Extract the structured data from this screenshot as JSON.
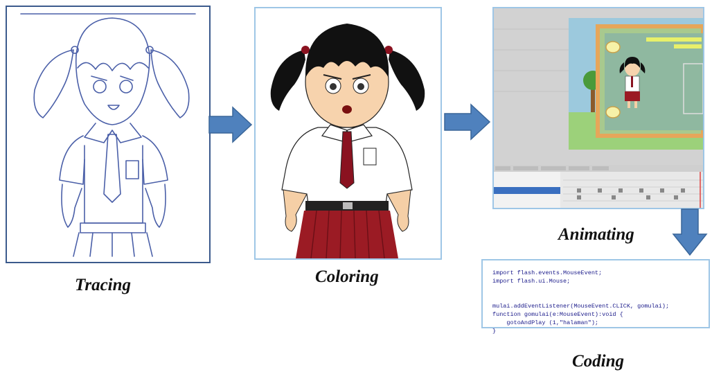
{
  "steps": [
    {
      "id": "tracing",
      "caption": "Tracing"
    },
    {
      "id": "coloring",
      "caption": "Coloring"
    },
    {
      "id": "animating",
      "caption": "Animating"
    },
    {
      "id": "coding",
      "caption": "Coding"
    }
  ],
  "colors": {
    "arrow": "#4f81bd",
    "tracing_border": "#3b5a8c",
    "panel_border": "#9ec6e6",
    "line_art": "#4a5fa8",
    "hair": "#111111",
    "skirt": "#9b1b24",
    "tie": "#8a1220"
  },
  "code": {
    "lines": [
      "import flash.events.MouseEvent;",
      "import flash.ui.Mouse;",
      "",
      "",
      "mulai.addEventListener(MouseEvent.CLICK, gomulai);",
      "function gomulai(e:MouseEvent):void {",
      "    gotoAndPlay (1,\"halaman\");",
      "}"
    ]
  }
}
